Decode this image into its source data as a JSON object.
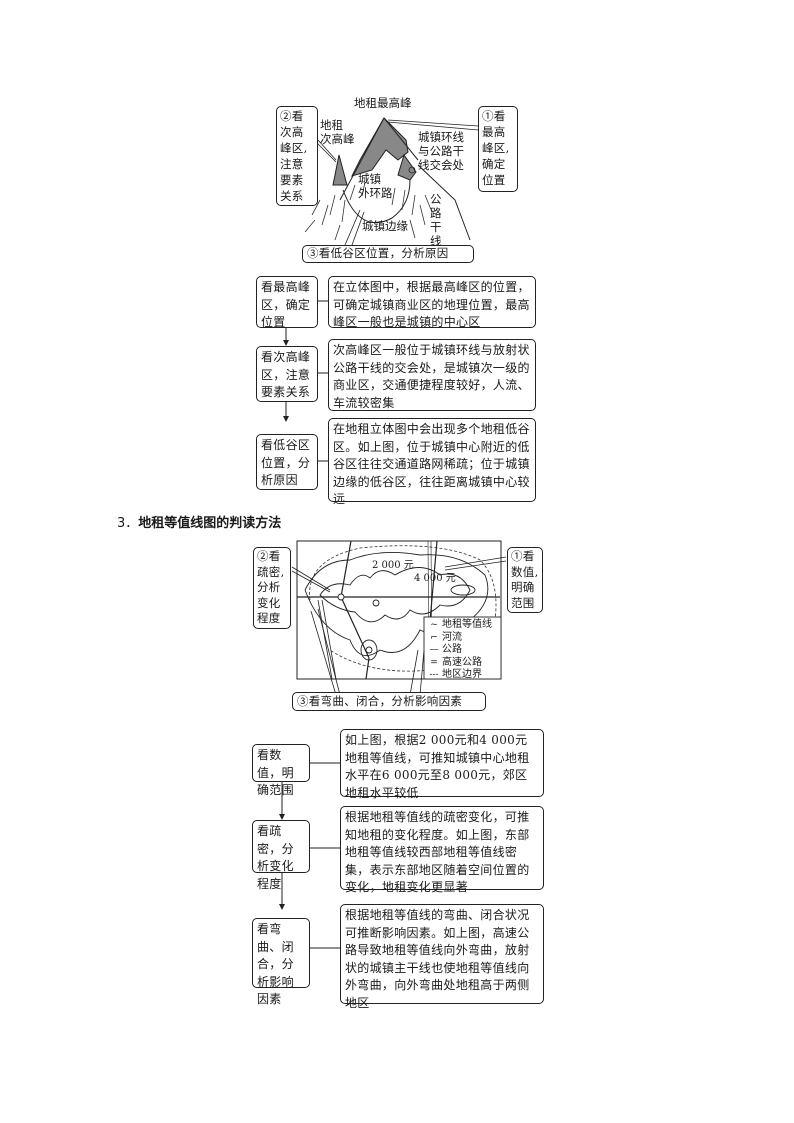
{
  "diagram1": {
    "title_peak": "地租最高峰",
    "label_secondary_peak": "地租\n次高峰",
    "label_ring_junction": "城镇环线\n与公路干\n线交会处",
    "label_outer_ring": "城镇\n外环路",
    "label_highway": "公\n路\n干\n线",
    "label_edge": "城镇边缘",
    "callout_1": "①看\n最高\n峰区,\n确定\n位置",
    "callout_2": "②看\n次高\n峰区,\n注意\n要素\n关系",
    "callout_3": "③看低谷区位置，分析原因"
  },
  "flow1": [
    {
      "step": "看最高峰区，确定位置",
      "desc": "在立体图中，根据最高峰区的位置，可确定城镇商业区的地理位置，最高峰区一般也是城镇的中心区"
    },
    {
      "step": "看次高峰区，注意要素关系",
      "desc": "次高峰区一般位于城镇环线与放射状公路干线的交会处，是城镇次一级的商业区，交通便捷程度较好，人流、车流较密集"
    },
    {
      "step": "看低谷区位置，分析原因",
      "desc": "在地租立体图中会出现多个地租低谷区。如上图，位于城镇中心附近的低谷区往往交通道路网稀疏；位于城镇边缘的低谷区，往往距离城镇中心较远"
    }
  ],
  "section3": {
    "number": "3．",
    "title": "地租等值线图的判读方法"
  },
  "diagram2": {
    "label_2000": "2 000 元",
    "label_4000": "4 000 元",
    "callout_1": "①看\n数值,\n明确\n范围",
    "callout_2": "②看\n疏密,\n分析\n变化\n程度",
    "callout_3": "③看弯曲、闭合，分析影响因素",
    "legend": [
      {
        "symbol": "~",
        "label": "地租等值线"
      },
      {
        "symbol": "⌐",
        "label": "河流"
      },
      {
        "symbol": "—",
        "label": "公路"
      },
      {
        "symbol": "=",
        "label": "高速公路"
      },
      {
        "symbol": "---",
        "label": "地区边界"
      }
    ]
  },
  "flow2": [
    {
      "step": "看数值，明确范围",
      "desc": "如上图，根据2 000元和4 000元地租等值线，可推知城镇中心地租水平在6 000元至8 000元，郊区地租水平较低"
    },
    {
      "step": "看疏密，分析变化程度",
      "desc": "根据地租等值线的疏密变化，可推知地租的变化程度。如上图，东部地租等值线较西部地租等值线密集，表示东部地区随着空间位置的变化，地租变化更显著"
    },
    {
      "step": "看弯曲、闭合，分析影响因素",
      "desc": "根据地租等值线的弯曲、闭合状况可推断影响因素。如上图，高速公路导致地租等值线向外弯曲，放射状的城镇主干线也使地租等值线向外弯曲，向外弯曲处地租高于两侧地区"
    }
  ]
}
